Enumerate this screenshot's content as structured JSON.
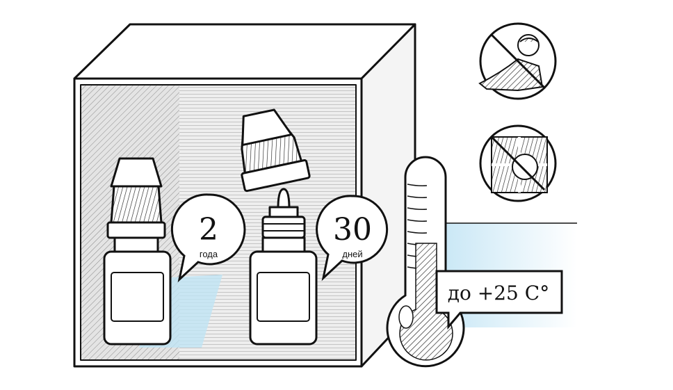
{
  "bubbles": {
    "shelf_life": {
      "value": "2",
      "unit": "года"
    },
    "after_opening": {
      "value": "30",
      "unit": "дней"
    }
  },
  "temperature_label": "до +25 С°",
  "icons": [
    "keep-away-from-children-icon",
    "protect-from-light-icon"
  ],
  "colors": {
    "stroke": "#111111",
    "accent_blue": "#bfe3f4",
    "inner_gray": "#d9d9d9"
  }
}
